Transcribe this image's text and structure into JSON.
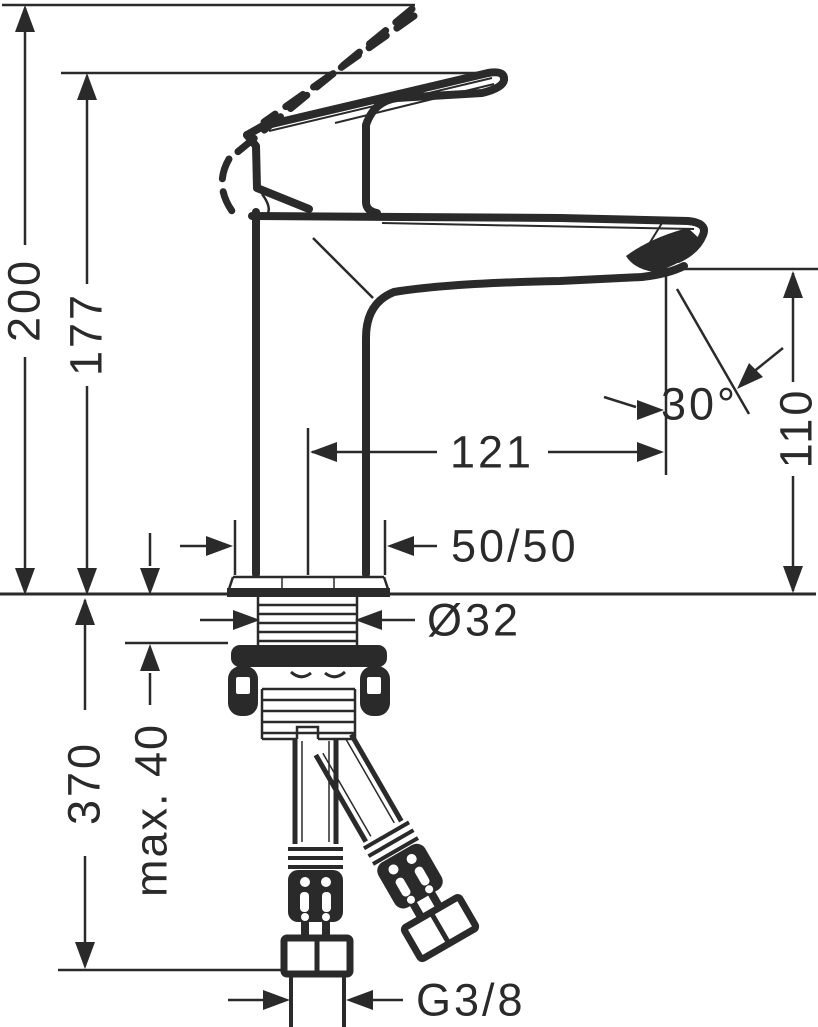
{
  "drawing": {
    "type": "technical-dimension-drawing",
    "subject": "single-lever basin mixer faucet, front view with installation dimensions",
    "units": "mm",
    "background_color": "#ffffff",
    "line_color": "#2a2a2a",
    "labels": {
      "overall_height": "200",
      "lever_tip_height": "177",
      "spout_reach": "121",
      "stream_angle": "30°",
      "outlet_height": "110",
      "base_split": "50/50",
      "shank_diameter": "Ø32",
      "max_deck_thickness": "max. 40",
      "hose_drop_length": "370",
      "supply_thread": "G3/8"
    }
  }
}
